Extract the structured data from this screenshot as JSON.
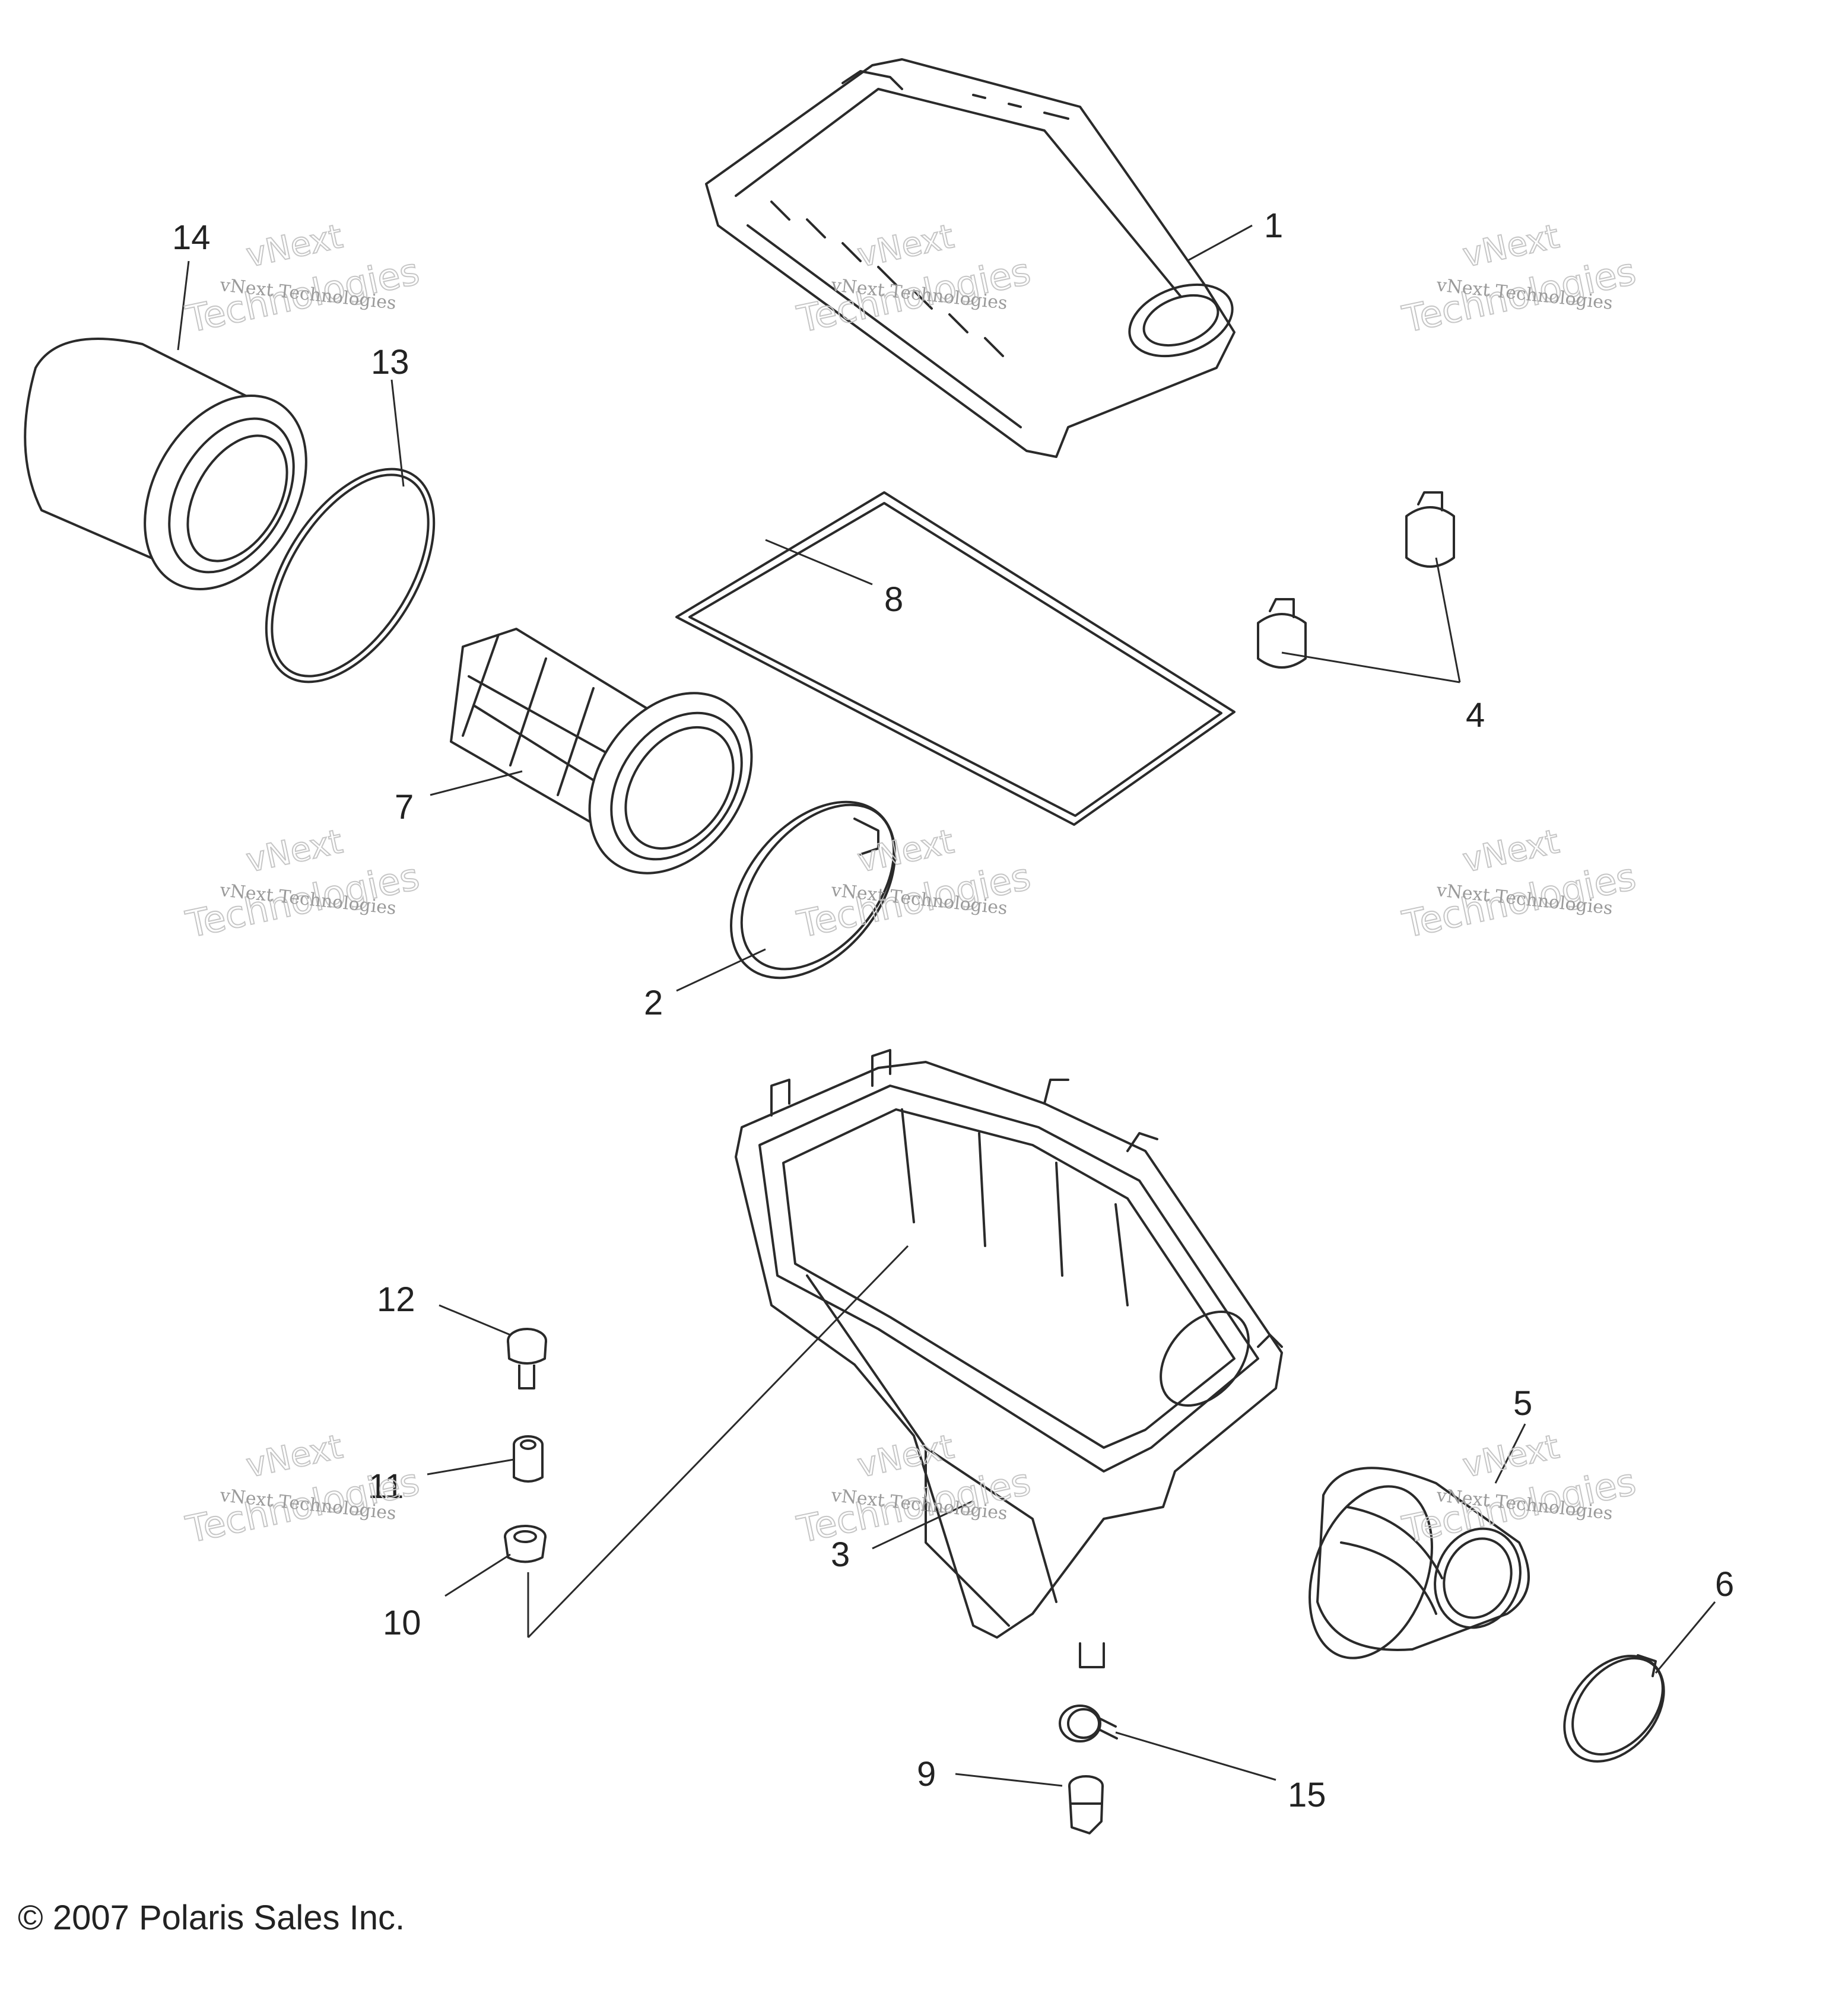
{
  "diagram": {
    "copyright": "© 2007 Polaris Sales Inc.",
    "watermark": {
      "line1": "vNext Technologies",
      "line2": "vNext",
      "line3": "Technologies"
    },
    "callouts": [
      "1",
      "2",
      "3",
      "4",
      "5",
      "6",
      "7",
      "8",
      "9",
      "10",
      "11",
      "12",
      "13",
      "14",
      "15"
    ]
  }
}
